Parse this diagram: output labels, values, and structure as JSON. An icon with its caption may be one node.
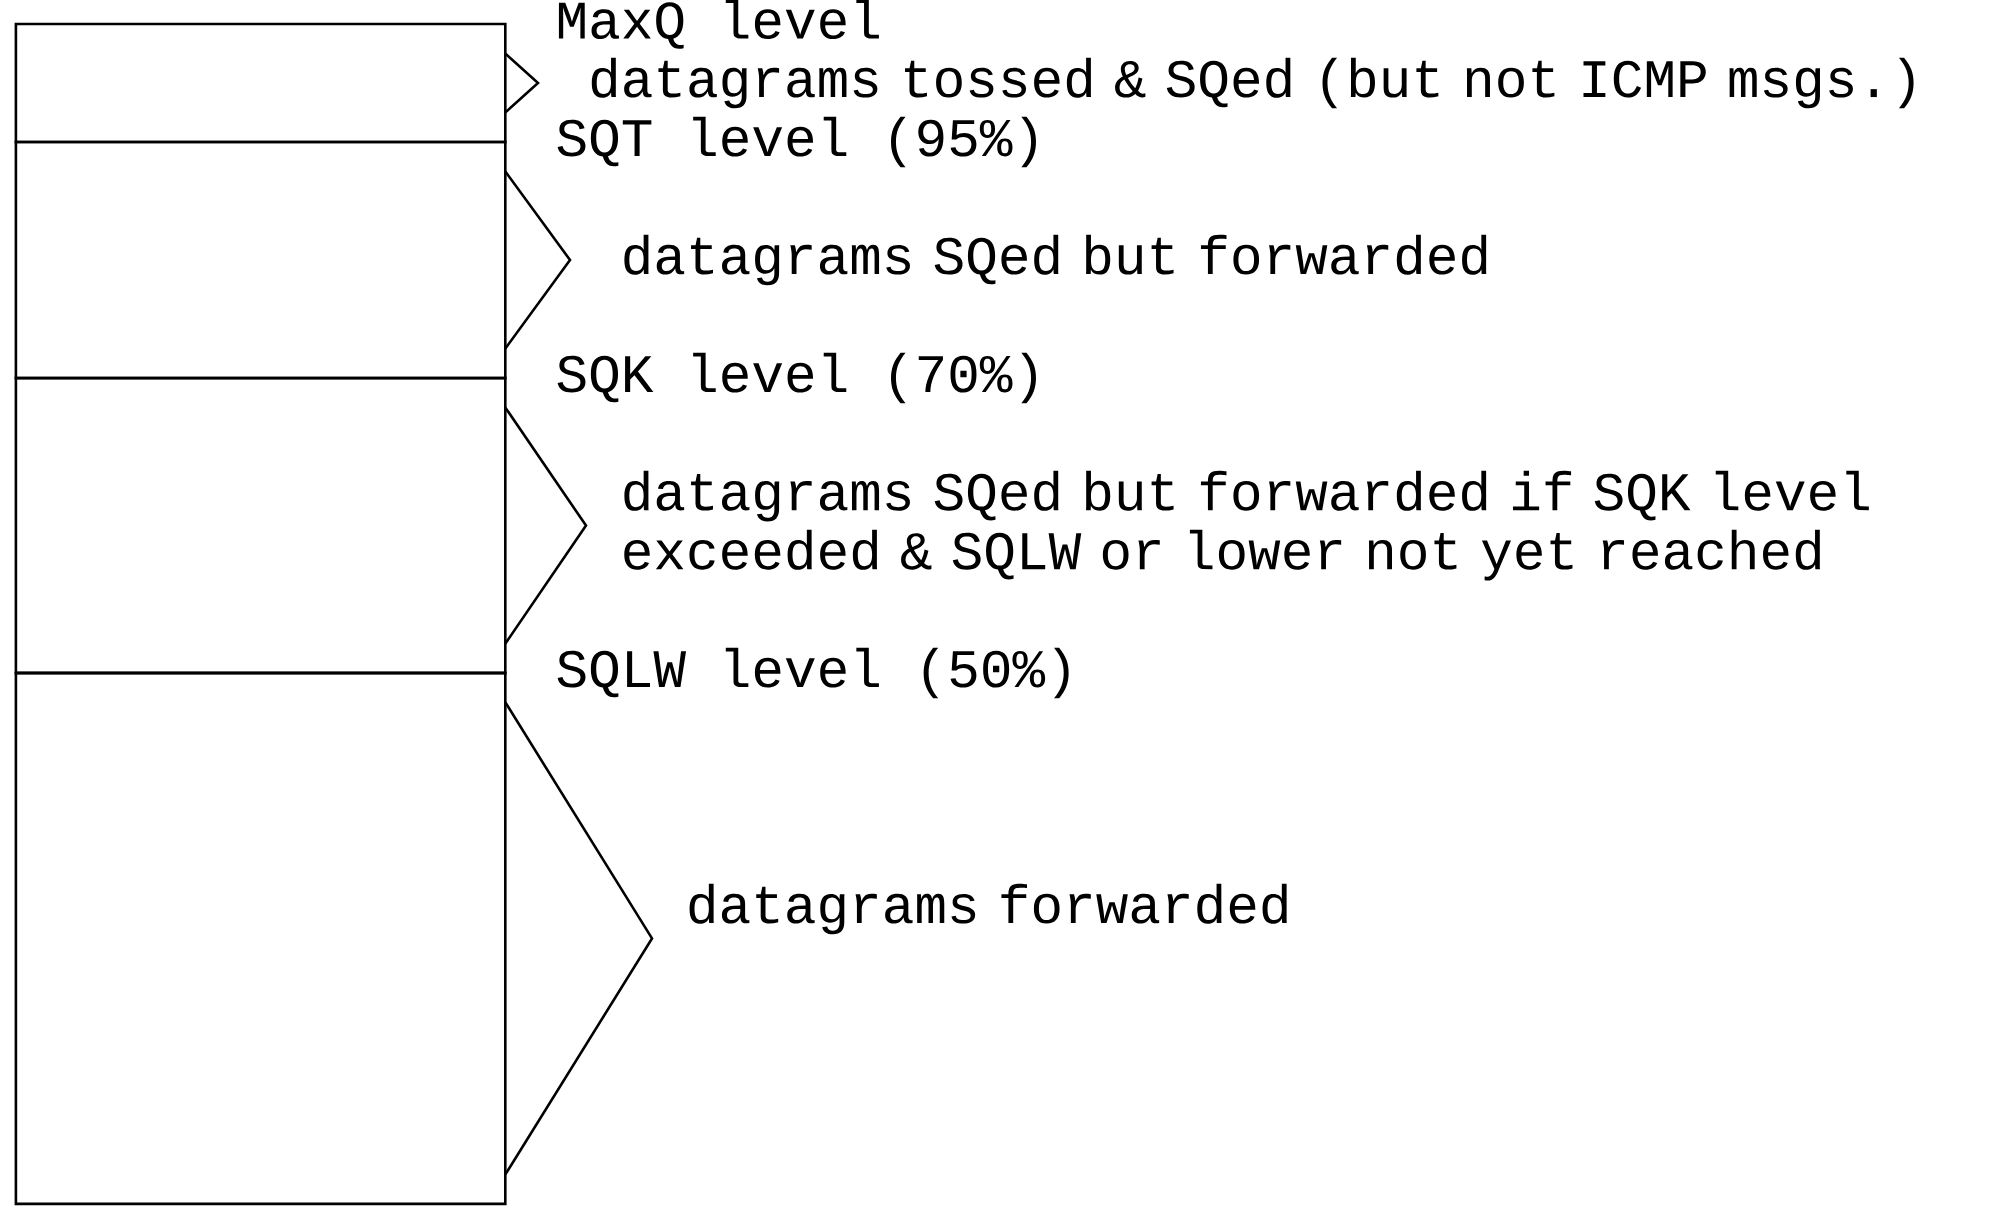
{
  "diagram": {
    "nodes": [
      {
        "text": [],
        "shape": "box",
        "beside": [
          "datagrams tossed & SQed (but not ICMP msgs.)"
        ]
      },
      {
        "text": [],
        "shape": "box",
        "beside": [
          "datagrams SQed but forwarded"
        ]
      },
      {
        "text": [],
        "shape": "box",
        "beside": [
          "datagrams SQed but forwarded if SQK level exceeded & SQLW or lower not yet reached"
        ]
      },
      {
        "text": [],
        "shape": "box",
        "beside": [
          "datagrams forwarded"
        ]
      }
    ],
    "edges": [],
    "labels": [
      "MaxQ level",
      "SQT level (95%)",
      "SQK level (70%)",
      "SQLW level (50%)"
    ]
  }
}
